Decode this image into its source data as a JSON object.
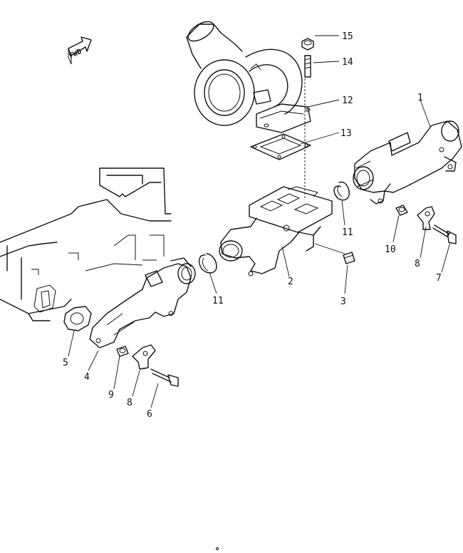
{
  "fwd_label": "FWD",
  "callouts": {
    "c1": "1",
    "c2": "2",
    "c3": "3",
    "c4": "4",
    "c5": "5",
    "c6": "6",
    "c7": "7",
    "c8a": "8",
    "c8b": "8",
    "c9": "9",
    "c10": "10",
    "c11a": "11",
    "c11b": "11",
    "c12": "12",
    "c13": "13",
    "c14": "14",
    "c15": "15"
  }
}
